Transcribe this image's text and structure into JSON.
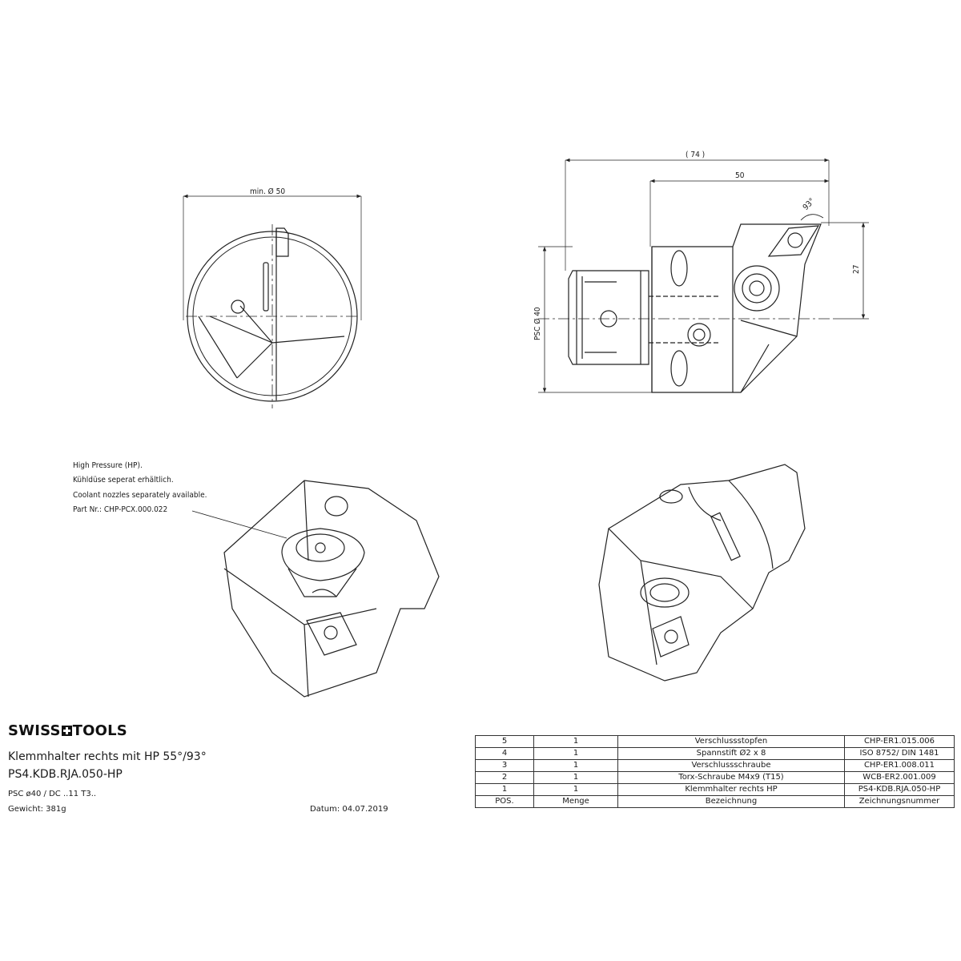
{
  "dimensions": {
    "front_diameter": "min. Ø 50",
    "overall_length": "( 74 )",
    "head_length": "50",
    "angle": "93°",
    "height": "27",
    "shank": "PSC Ø 40"
  },
  "coolant_note": [
    "High Pressure (HP).",
    "Kühldüse seperat erhältlich.",
    "Coolant nozzles separately available.",
    "Part Nr.: CHP-PCX.000.022"
  ],
  "info": {
    "brand": "SWISS TOOLS",
    "brand_left": "SWISS",
    "brand_right": "TOOLS",
    "title": "Klemmhalter rechts mit HP 55°/93°",
    "part_number": "PS4.KDB.RJA.050-HP",
    "spec": "PSC ø40 / DC ..11 T3..",
    "weight": "Gewicht: 381g",
    "date": "Datum: 04.07.2019"
  },
  "bom": {
    "rows": [
      [
        "5",
        "1",
        "Verschlussstopfen",
        "CHP-ER1.015.006"
      ],
      [
        "4",
        "1",
        "Spannstift Ø2 x 8",
        "ISO 8752/ DIN 1481"
      ],
      [
        "3",
        "1",
        "Verschlussschraube",
        "CHP-ER1.008.011"
      ],
      [
        "2",
        "1",
        "Torx-Schraube M4x9 (T15)",
        "WCB-ER2.001.009"
      ],
      [
        "1",
        "1",
        "Klemmhalter rechts HP",
        "PS4-KDB.RJA.050-HP"
      ]
    ],
    "header": [
      "POS.",
      "Menge",
      "Bezeichnung",
      "Zeichnungsnummer"
    ]
  }
}
